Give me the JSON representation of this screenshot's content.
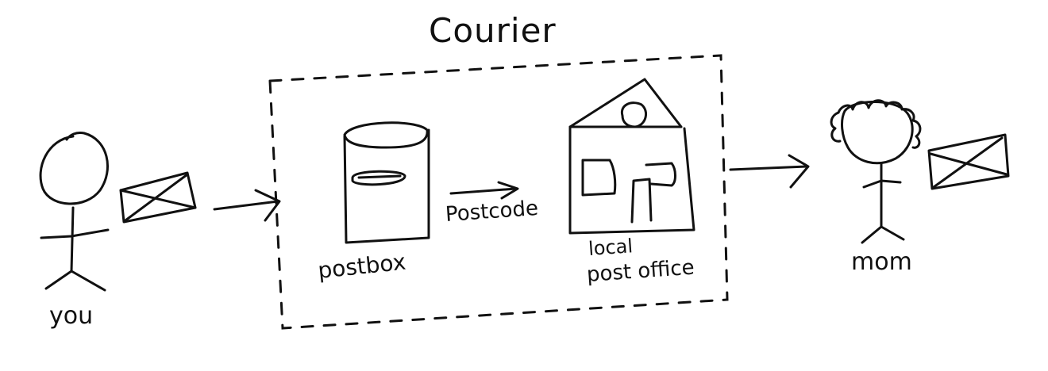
{
  "diagram": {
    "title": "Courier",
    "labels": {
      "you": "you",
      "postbox": "postbox",
      "postcode": "Postcode",
      "local": "local",
      "post_office": "post office",
      "mom": "mom"
    }
  }
}
